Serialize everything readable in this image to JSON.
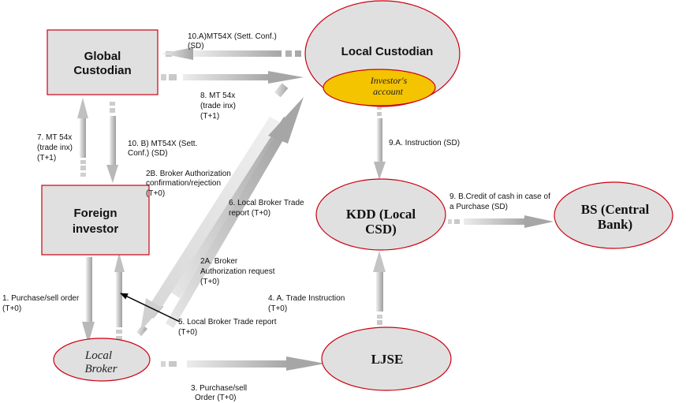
{
  "colors": {
    "node_fill": "#e0e0e0",
    "node_border": "#cc0011",
    "account_fill": "#f5c400",
    "arrow_light": "#e6e6e6",
    "arrow_dark": "#a8a8a8",
    "callout_arrow": "#000000"
  },
  "nodes": {
    "global_custodian": {
      "lines": [
        "Global",
        "Custodian"
      ]
    },
    "local_custodian": {
      "lines": [
        "Local Custodian"
      ]
    },
    "investor_account": {
      "lines": [
        "Investor's",
        "account"
      ]
    },
    "foreign_investor": {
      "lines": [
        "Foreign",
        "investor"
      ]
    },
    "kdd": {
      "lines": [
        "KDD (Local",
        "CSD)"
      ]
    },
    "bs": {
      "lines": [
        "BS (Central",
        "Bank)"
      ]
    },
    "local_broker": {
      "lines": [
        "Local",
        "Broker"
      ]
    },
    "ljse": {
      "lines": [
        "LJSE"
      ]
    }
  },
  "edges": {
    "e10a": {
      "lines": [
        "10.A)MT54X (Sett.  Conf.)",
        "(SD)"
      ]
    },
    "e8": {
      "lines": [
        "8. MT 54x",
        "(trade inx)",
        "(T+1)"
      ]
    },
    "e7": {
      "lines": [
        "7. MT 54x",
        "(trade inx)",
        "(T+1)"
      ]
    },
    "e10b": {
      "lines": [
        "10. B) MT54X (Sett.",
        "Conf.) (SD)"
      ]
    },
    "e2b": {
      "lines": [
        "2B.  Broker Authorization",
        "confirmation/rejection",
        "(T+0)"
      ]
    },
    "e6": {
      "lines": [
        "6. Local Broker Trade",
        "report (T+0)"
      ]
    },
    "e9a": {
      "lines": [
        "9.A. Instruction (SD)"
      ]
    },
    "e9b": {
      "lines": [
        "9. B.Credit of cash in case of",
        "a Purchase (SD)"
      ]
    },
    "e2a": {
      "lines": [
        "2A.  Broker",
        "Authorization request",
        "(T+0)"
      ]
    },
    "e1": {
      "lines": [
        "1. Purchase/sell order",
        "(T+0)"
      ]
    },
    "e4a": {
      "lines": [
        "4.  A. Trade Instruction",
        "(T+0)"
      ]
    },
    "e5": {
      "lines": [
        "5. Local Broker Trade report",
        "(T+0)"
      ]
    },
    "e3": {
      "lines": [
        "3. Purchase/sell",
        "Order (T+0)"
      ]
    }
  }
}
